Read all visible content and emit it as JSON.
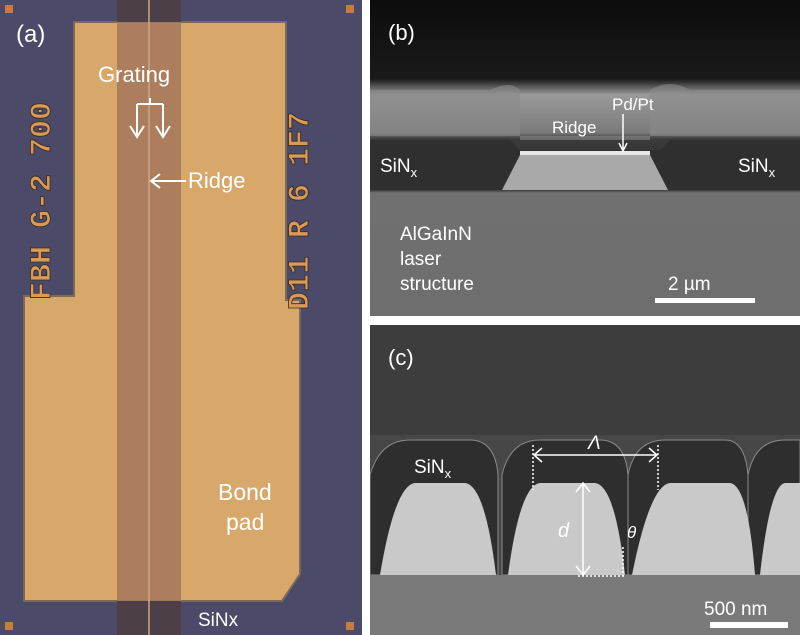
{
  "panel_a": {
    "label": "(a)",
    "grating": "Grating",
    "ridge": "Ridge",
    "bond": "Bond",
    "pad": "pad",
    "sinx": "SiNx",
    "chip_text_left": "FBH G-2 700",
    "chip_text_right": "D11 R 6 1F7",
    "colors": {
      "frame": "#4a4a66",
      "gold": "#d9a96a",
      "stripe": "#a87b5c"
    }
  },
  "panel_b": {
    "label": "(b)",
    "pdpt": "Pd/Pt",
    "ridge": "Ridge",
    "sinx_left": "SiN",
    "sinx_right": "SiN",
    "sub_x": "x",
    "material_1": "AlGaInN",
    "material_2": "laser",
    "material_3": "structure",
    "scale": "2 µm"
  },
  "panel_c": {
    "label": "(c)",
    "sinx": "SiN",
    "sub_x": "x",
    "period": "Λ",
    "depth": "d",
    "angle": "θ",
    "scale": "500 nm"
  }
}
